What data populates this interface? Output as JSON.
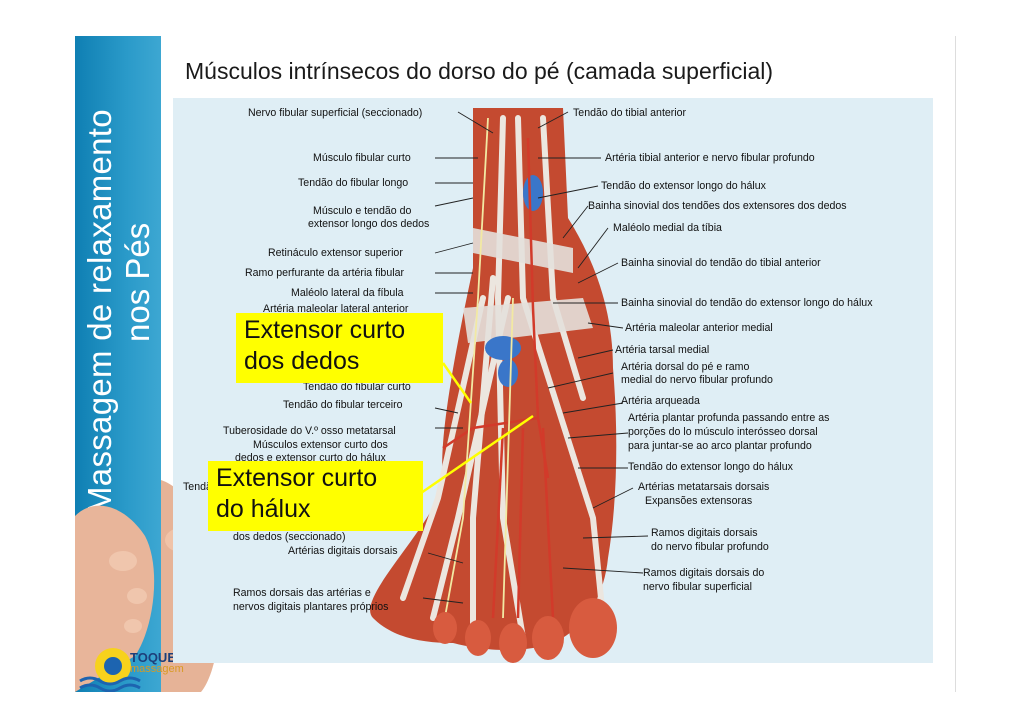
{
  "slide": {
    "title": "Músculos intrínsecos do dorso do pé (camada superficial)",
    "sidebar_line1": "Massagem de relaxamento",
    "sidebar_line2": "nos Pés",
    "logo_text": "TOQUE",
    "logo_sub": "massagem"
  },
  "labels_left": [
    "Nervo fibular superficial (seccionado)",
    "Músculo fibular curto",
    "Tendão do fibular longo",
    "Músculo e tendão do",
    "extensor longo dos dedos",
    "Retináculo extensor superior",
    "Ramo perfurante da artéria fibular",
    "Maléolo lateral da fíbula",
    "Artéria maleolar lateral anterior",
    "Tendão do fibular curto",
    "Tendão do fibular terceiro",
    "Tuberosidade do V.º osso metatarsal",
    "Músculos extensor curto dos",
    "dedos e extensor curto do hálux",
    "Tendão do extensor longo",
    "dos dedos (seccionado)",
    "Artérias digitais dorsais",
    "Ramos dorsais das artérias e",
    "nervos digitais plantares próprios"
  ],
  "labels_right": [
    "Tendão do tibial anterior",
    "Artéria tibial anterior e nervo fibular profundo",
    "Tendão do extensor longo do hálux",
    "Bainha sinovial dos tendões dos extensores dos dedos",
    "Maléolo medial da tíbia",
    "Bainha sinovial do tendão do tibial anterior",
    "Bainha sinovial do tendão do extensor longo do hálux",
    "Artéria maleolar anterior medial",
    "Artéria tarsal medial",
    "Artéria dorsal do pé e ramo",
    "medial do nervo fibular profundo",
    "Artéria arqueada",
    "Artéria plantar profunda passando entre as",
    "porções do lo músculo interósseo dorsal",
    "para juntar-se ao arco plantar profundo",
    "Tendão do extensor longo do hálux",
    "Artérias metatarsais dorsais",
    "Expansões extensoras",
    "Ramos digitais dorsais",
    "do nervo fibular profundo",
    "Ramos digitais dorsais do",
    "nervo fibular superficial"
  ],
  "callouts": {
    "c1_line1": "Extensor curto",
    "c1_line2": "dos dedos",
    "c2_line1": "Extensor curto",
    "c2_line2": "do hálux"
  },
  "colors": {
    "sidebar": "#1a8cc0",
    "callout": "#ffff00",
    "muscle": "#c8452f",
    "tendon": "#e9e4de",
    "artery": "#d23a2a",
    "vein": "#3a76c9"
  }
}
